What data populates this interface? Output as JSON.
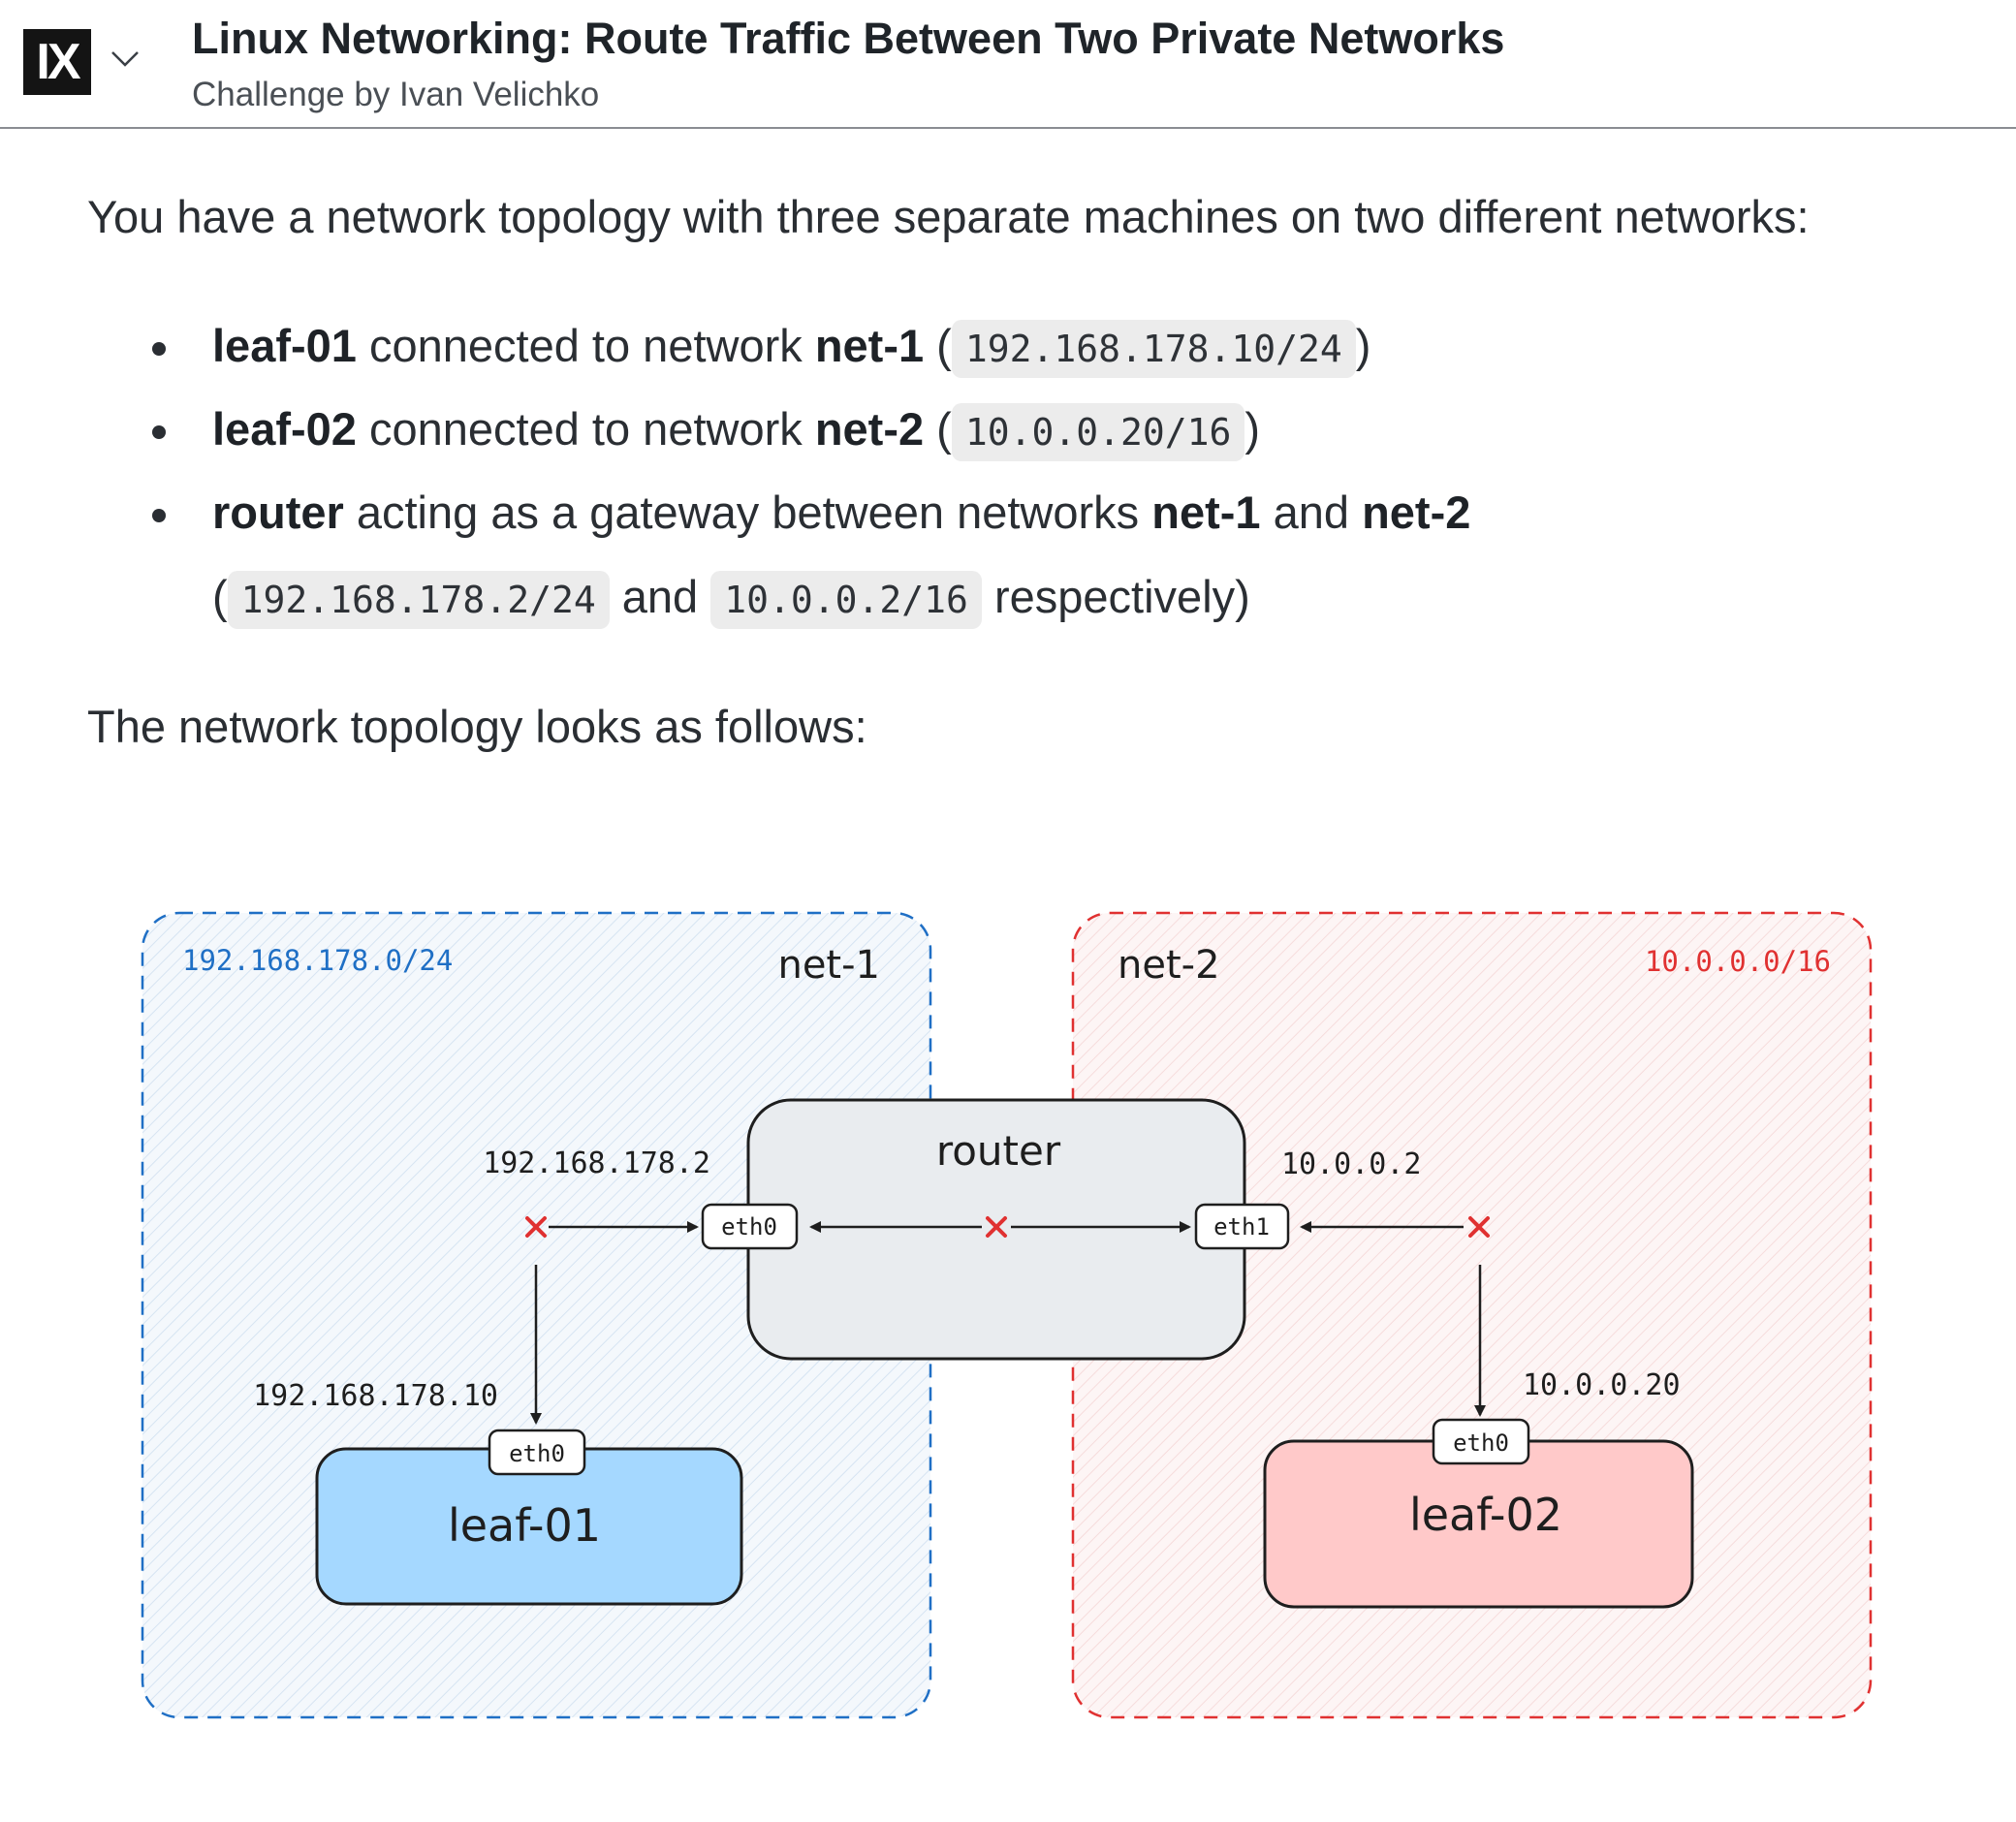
{
  "header": {
    "logo_text": "IX",
    "title": "Linux Networking: Route Traffic Between Two Private Networks",
    "subtitle": "Challenge by Ivan Velichko"
  },
  "content": {
    "intro": "You have a network topology with three separate machines on two different networks:",
    "bullets": [
      {
        "name": "leaf-01",
        "text1": " connected to network ",
        "net": "net-1",
        "open": " (",
        "cidr": "192.168.178.10/24",
        "close": ")"
      },
      {
        "name": "leaf-02",
        "text1": " connected to network ",
        "net": "net-2",
        "open": " (",
        "cidr": "10.0.0.20/16",
        "close": ")"
      },
      {
        "name": "router",
        "text1": " acting as a gateway between networks ",
        "net": "net-1",
        "and": " and ",
        "net2": "net-2",
        "open": "(",
        "cidr": "192.168.178.2/24",
        "mid": " and ",
        "cidr2": "10.0.0.2/16",
        "tail": " respectively)"
      }
    ],
    "followup": "The network topology looks as follows:"
  },
  "diagram": {
    "net1": {
      "cidr": "192.168.178.0/24",
      "label": "net-1",
      "color": "#1f6fc5"
    },
    "net2": {
      "cidr": "10.0.0.0/16",
      "label": "net-2",
      "color": "#e03131"
    },
    "router": {
      "label": "router",
      "eth0": "eth0",
      "eth1": "eth1",
      "ip_left": "192.168.178.2",
      "ip_right": "10.0.0.2"
    },
    "leaf01": {
      "label": "leaf-01",
      "iface": "eth0",
      "ip": "192.168.178.10",
      "fill": "#a5d8ff"
    },
    "leaf02": {
      "label": "leaf-02",
      "iface": "eth0",
      "ip": "10.0.0.20",
      "fill": "#ffc9c9"
    }
  }
}
